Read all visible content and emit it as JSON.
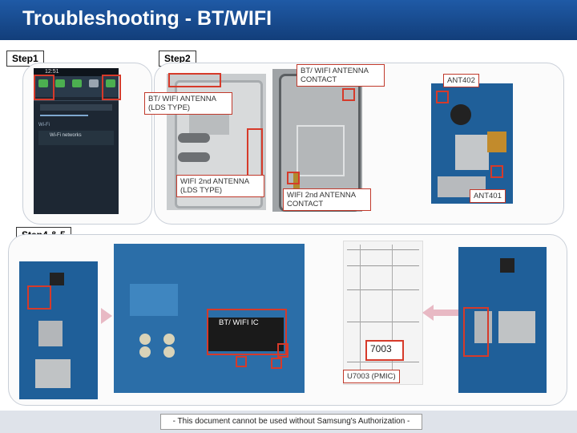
{
  "header": {
    "title": "Troubleshooting - BT/WIFI"
  },
  "steps": {
    "step1": "Step1",
    "step2": "Step2",
    "step45": "Step4 & 5"
  },
  "callouts": {
    "bt_wifi_antenna_contact": "BT/ WIFI ANTENNA CONTACT",
    "ant402": "ANT402",
    "bt_wifi_antenna_lds": "BT/ WIFI ANTENNA (LDS TYPE)",
    "wifi2_antenna_lds": "WIFI 2nd ANTENNA (LDS TYPE)",
    "wifi2_antenna_contact": "WIFI 2nd ANTENNA CONTACT",
    "ant401": "ANT401",
    "bt_wifi_ic": "BT/ WIFI IC",
    "u7003": "U7003 (PMIC)",
    "chip_label": "7003"
  },
  "phone_ui": {
    "time": "12:51",
    "quick_toggles": [
      "Wi-Fi",
      "Sound",
      "Screen rotation",
      "Mobile data",
      "Bluetooth"
    ],
    "menu_items": [
      "Wi-Fi",
      "Wi-Fi networks"
    ]
  },
  "footer": {
    "text": "- This document cannot be used without Samsung's Authorization -"
  },
  "colors": {
    "header": "#1a4f95",
    "callout_border": "#d63a2a",
    "pcb_blue": "#1f5f99"
  }
}
